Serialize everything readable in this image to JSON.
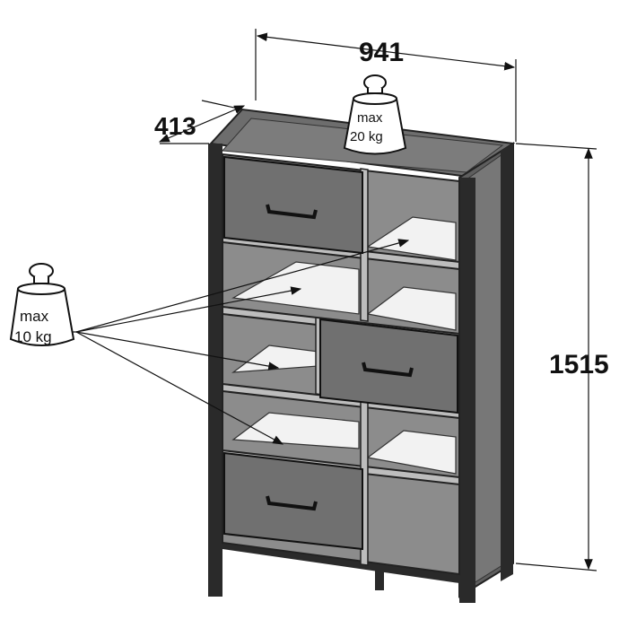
{
  "dimensions": {
    "width": "941",
    "depth": "413",
    "height": "1515"
  },
  "top_load": {
    "line1": "max",
    "line2": "20 kg"
  },
  "shelf_load": {
    "line1": "max",
    "line2": "10 kg"
  },
  "colors": {
    "frame": "#2a2a2a",
    "panel": "#7a7a7a",
    "shelf": "#f2f2f2",
    "drawer": "#6e6e6e",
    "interior": "#8c8c8c"
  }
}
